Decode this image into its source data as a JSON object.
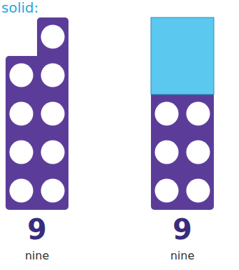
{
  "diagram": {
    "labels": [
      "solid:",
      "9",
      "nine",
      "9",
      "nine"
    ]
  }
}
